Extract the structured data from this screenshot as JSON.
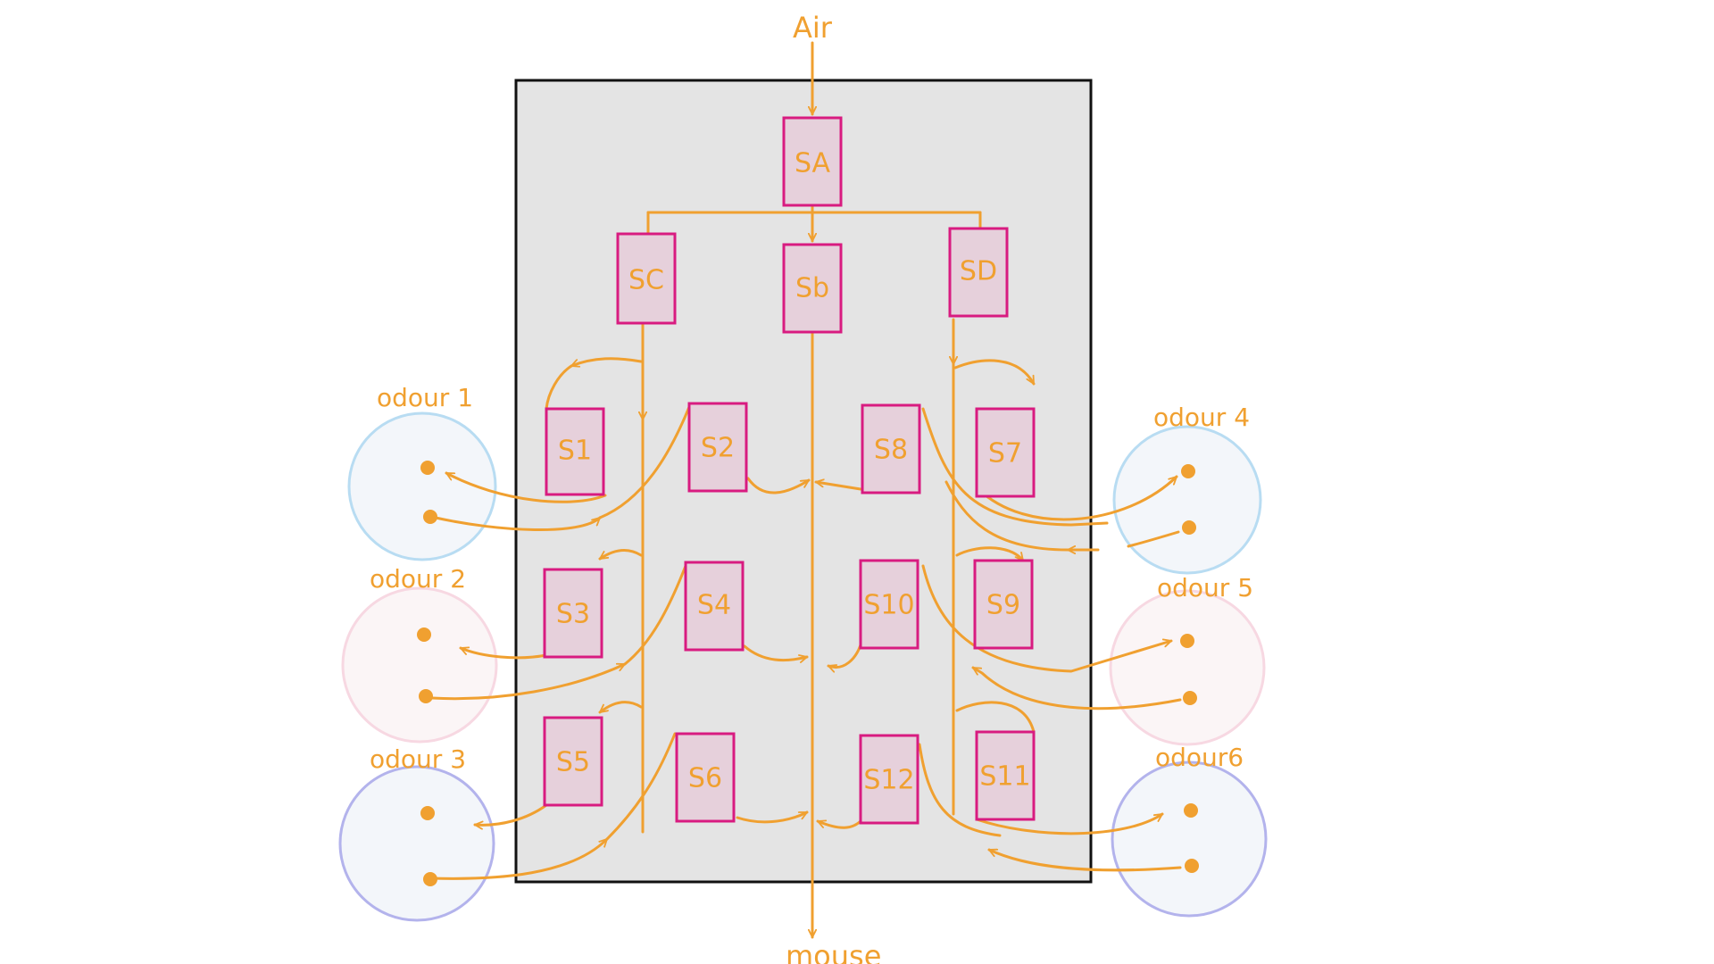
{
  "labels": {
    "air": "Air",
    "mouse": "mouse"
  },
  "valves": {
    "sa": "SA",
    "sb": "Sb",
    "sc": "SC",
    "sd": "SD",
    "s1": "S1",
    "s2": "S2",
    "s3": "S3",
    "s4": "S4",
    "s5": "S5",
    "s6": "S6",
    "s7": "S7",
    "s8": "S8",
    "s9": "S9",
    "s10": "S10",
    "s11": "S11",
    "s12": "S12"
  },
  "odours": {
    "o1": {
      "label": "odour 1",
      "color": "#b8dcf2"
    },
    "o2": {
      "label": "odour 2",
      "color": "#f7d8e2"
    },
    "o3": {
      "label": "odour 3",
      "color": "#b3b3ec"
    },
    "o4": {
      "label": "odour 4",
      "color": "#b8dcf2"
    },
    "o5": {
      "label": "odour 5",
      "color": "#f7d8e2"
    },
    "o6": {
      "label": "odour6",
      "color": "#b3b3ec"
    }
  },
  "colors": {
    "flow": "#f0a030",
    "valve_border": "#d81b80",
    "valve_fill": "#e6d0db",
    "box_fill": "#e4e4e4"
  }
}
